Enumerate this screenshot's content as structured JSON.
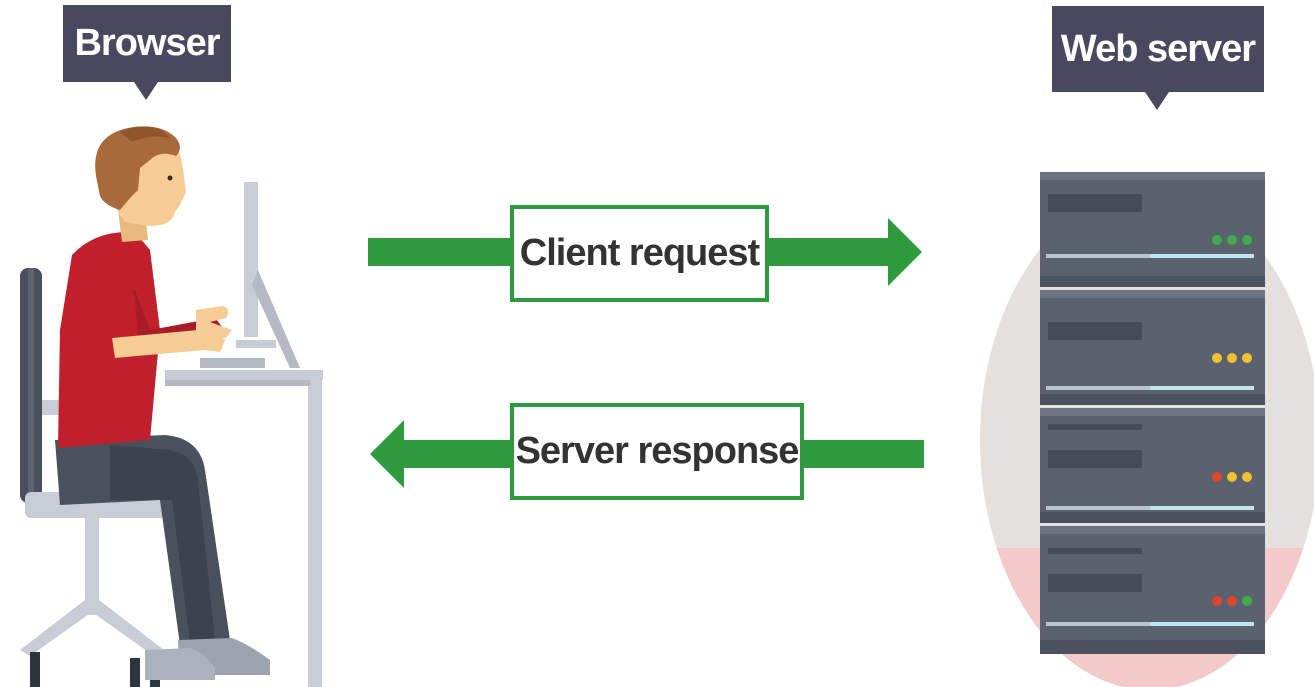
{
  "diagram": {
    "client_label": "Browser",
    "server_label": "Web server",
    "request_label": "Client request",
    "response_label": "Server response"
  },
  "colors": {
    "callout_bg": "#48485f",
    "arrow_green": "#2e9a3e",
    "shirt_red": "#c0202c",
    "server_body": "#5a6270",
    "led_green": "#3fae49",
    "led_yellow": "#f2c12e",
    "led_red": "#e0452b"
  },
  "icons": {
    "client": "person-at-computer-illustration",
    "server": "server-rack-illustration"
  }
}
